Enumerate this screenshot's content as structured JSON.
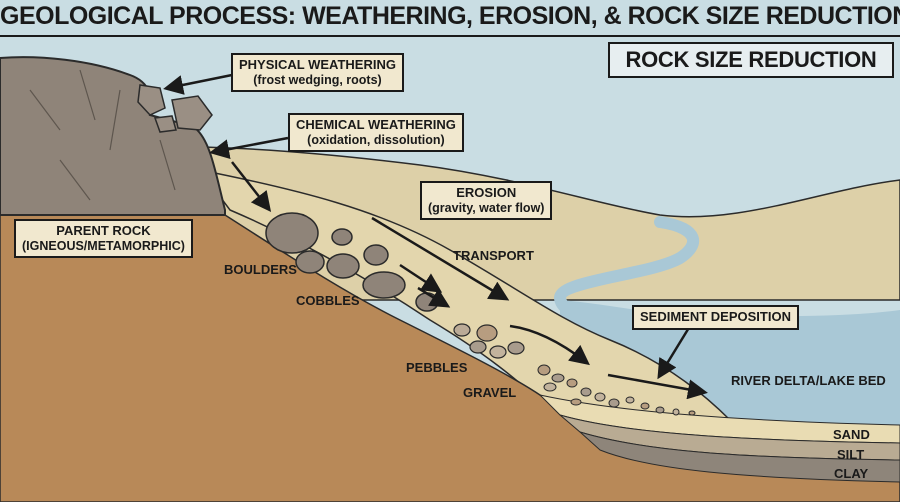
{
  "title": "GEOLOGICAL PROCESS: WEATHERING, EROSION, & ROCK SIZE REDUCTION",
  "section_heading": "ROCK SIZE REDUCTION",
  "callouts": {
    "physical_weathering": {
      "title": "PHYSICAL WEATHERING",
      "detail": "(frost wedging, roots)"
    },
    "chemical_weathering": {
      "title": "CHEMICAL WEATHERING",
      "detail": "(oxidation, dissolution)"
    },
    "erosion": {
      "title": "EROSION",
      "detail": "(gravity, water flow)"
    },
    "parent_rock": {
      "title": "PARENT ROCK",
      "detail": "(IGNEOUS/METAMORPHIC)"
    },
    "sediment_deposition": {
      "title": "SEDIMENT DEPOSITION"
    }
  },
  "labels": {
    "transport": "TRANSPORT",
    "boulders": "BOULDERS",
    "cobbles": "COBBLES",
    "pebbles": "PEBBLES",
    "gravel": "GRAVEL",
    "river_delta": "RIVER DELTA/LAKE BED",
    "sand": "SAND",
    "silt": "SILT",
    "clay": "CLAY"
  },
  "colors": {
    "sky": "#c9dde3",
    "ground": "#b88958",
    "far_hills": "#ddd0a8",
    "water": "#a9c8d6",
    "rock": "#8f8479",
    "label_box": "#f1e8cf"
  }
}
